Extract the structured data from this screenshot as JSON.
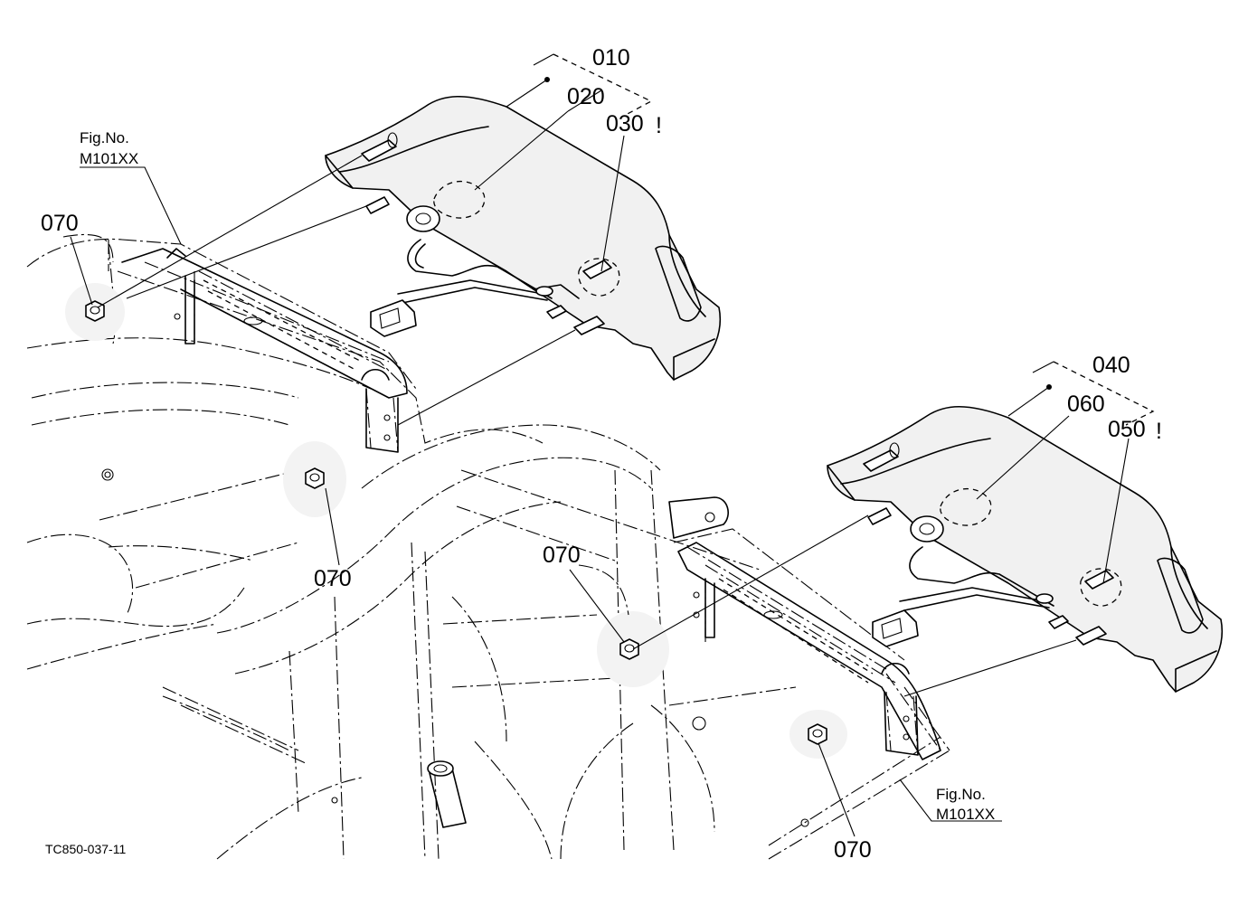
{
  "drawing_id": "TC850-037-11",
  "callouts": {
    "c010": "010",
    "c020": "020",
    "c030": "030",
    "c040": "040",
    "c050": "050",
    "c060": "060",
    "c070": "070"
  },
  "markers": {
    "bang": "!"
  },
  "figure_refs": {
    "label": "Fig.No.",
    "number": "M101XX"
  }
}
